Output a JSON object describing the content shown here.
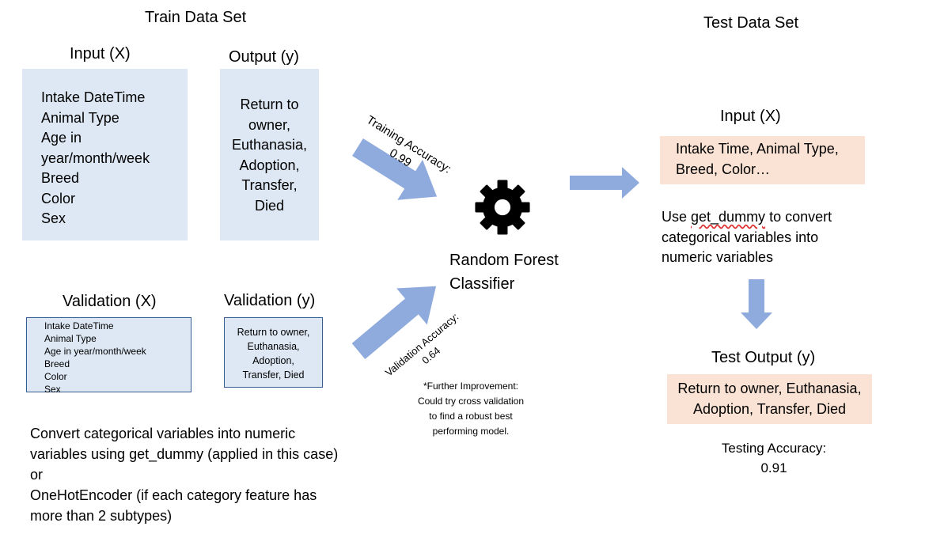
{
  "train": {
    "section_title": "Train Data Set",
    "input_title": "Input (X)",
    "input_items": [
      "Intake DateTime",
      "Animal Type",
      "Age in",
      "year/month/week",
      "Breed",
      "Color",
      "Sex"
    ],
    "output_title": "Output (y)",
    "output_items": [
      "Return to",
      "owner,",
      "Euthanasia,",
      "Adoption,",
      "Transfer,",
      "Died"
    ],
    "accuracy_label": "Training Accuracy:",
    "accuracy_value": "0.99"
  },
  "validation": {
    "input_title": "Validation (X)",
    "input_items": [
      "Intake DateTime",
      "Animal Type",
      "Age in year/month/week",
      "Breed",
      "Color",
      "Sex"
    ],
    "output_title": "Validation (y)",
    "output_items": [
      "Return to owner,",
      "Euthanasia,",
      "Adoption,",
      "Transfer, Died"
    ],
    "accuracy_label": "Validation Accuracy:",
    "accuracy_value": "0.64"
  },
  "model": {
    "name_line1": "Random Forest",
    "name_line2": "Classifier",
    "icon": "gear-icon"
  },
  "improvement_note": [
    "*Further Improvement:",
    "Could try cross validation",
    "to find a robust best",
    "performing model."
  ],
  "encoding_note": [
    "Convert categorical variables into numeric",
    "variables using get_dummy (applied in this case)",
    "or",
    "OneHotEncoder (if each category feature has",
    "more than 2 subtypes)"
  ],
  "test": {
    "section_title": "Test Data Set",
    "input_title": "Input (X)",
    "input_items": [
      "Intake Time, Animal Type,",
      "Breed, Color…"
    ],
    "convert_prefix": "Use ",
    "convert_keyword": "get_dummy",
    "convert_rest": " to convert",
    "convert_line2": "categorical variables into",
    "convert_line3": "numeric variables",
    "output_title": "Test Output (y)",
    "output_items": [
      "Return to owner, Euthanasia,",
      "Adoption, Transfer, Died"
    ],
    "accuracy_label": "Testing Accuracy:",
    "accuracy_value": "0.91"
  },
  "colors": {
    "arrow": "#8faadc",
    "train_box": "#dee8f4",
    "test_box": "#fae3d4"
  }
}
